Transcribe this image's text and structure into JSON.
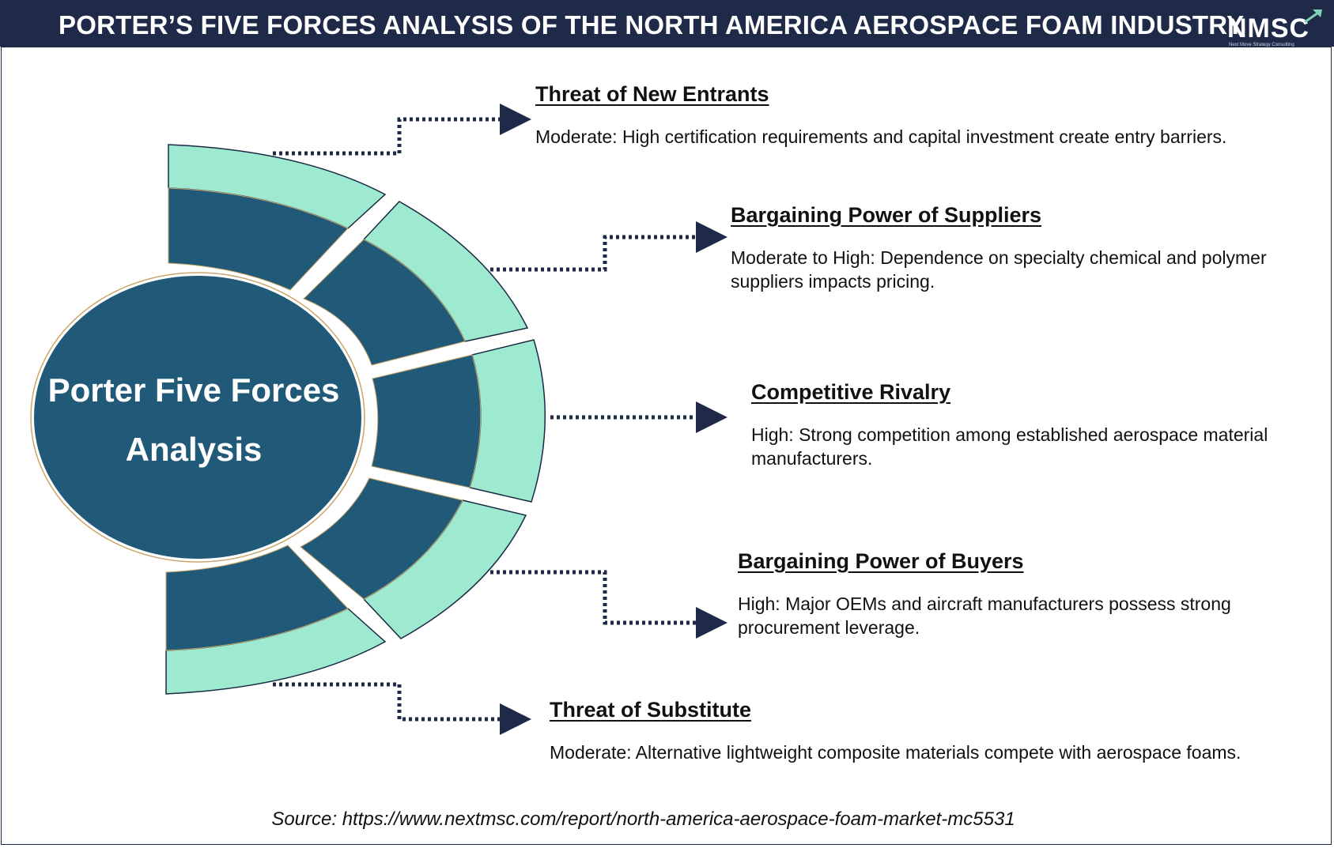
{
  "header": {
    "title": "PORTER’S FIVE FORCES ANALYSIS OF THE NORTH AMERICA AEROSPACE FOAM INDUSTRY",
    "logo_text": "NMSC",
    "logo_tagline": "Next Move Strategy Consulting"
  },
  "center": {
    "line1": "Porter Five Forces",
    "line2": "Analysis"
  },
  "forces": [
    {
      "title": "Threat of New Entrants",
      "description": "Moderate: High certification requirements and capital investment create entry barriers."
    },
    {
      "title": "Bargaining Power of Suppliers",
      "description": "Moderate to High: Dependence on specialty chemical and polymer suppliers impacts pricing."
    },
    {
      "title": "Competitive Rivalry",
      "description": "High: Strong competition among established aerospace material manufacturers."
    },
    {
      "title": "Bargaining Power of Buyers",
      "description": "High: Major OEMs and aircraft manufacturers possess strong procurement leverage."
    },
    {
      "title": "Threat of Substitute",
      "description": "Moderate: Alternative lightweight composite materials compete with aerospace foams."
    }
  ],
  "source": "Source: https://www.nextmsc.com/report/north-america-aerospace-foam-market-mc5531",
  "colors": {
    "header_bg": "#1e2a47",
    "dark_teal": "#215a78",
    "mint": "#9eead0",
    "arrow": "#1e2a47"
  }
}
